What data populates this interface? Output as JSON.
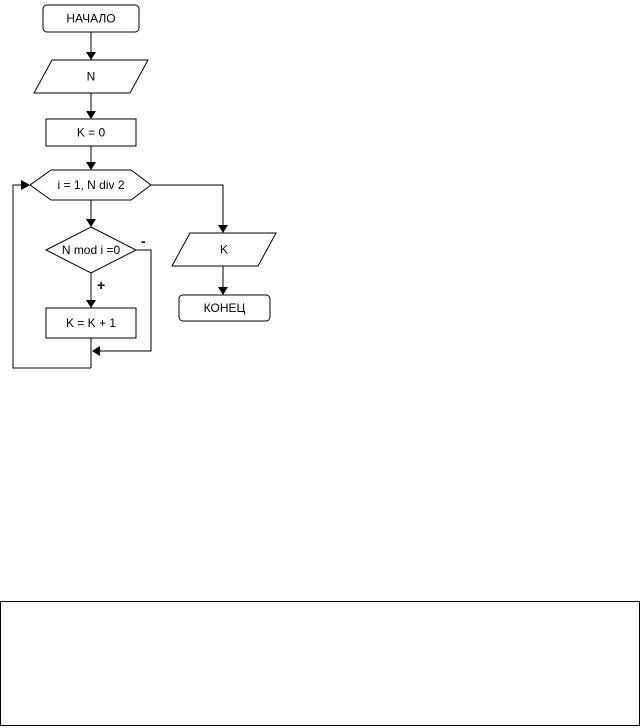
{
  "flowchart": {
    "start": "НАЧАЛО",
    "input": "N",
    "init": "K = 0",
    "loop": "i = 1, N div 2",
    "condition": "N mod i =0",
    "increment": "K = K + 1",
    "output": "K",
    "end": "КОНЕЦ",
    "yes_sign": "+",
    "no_sign": "-"
  },
  "answer_box": {
    "content": ""
  }
}
